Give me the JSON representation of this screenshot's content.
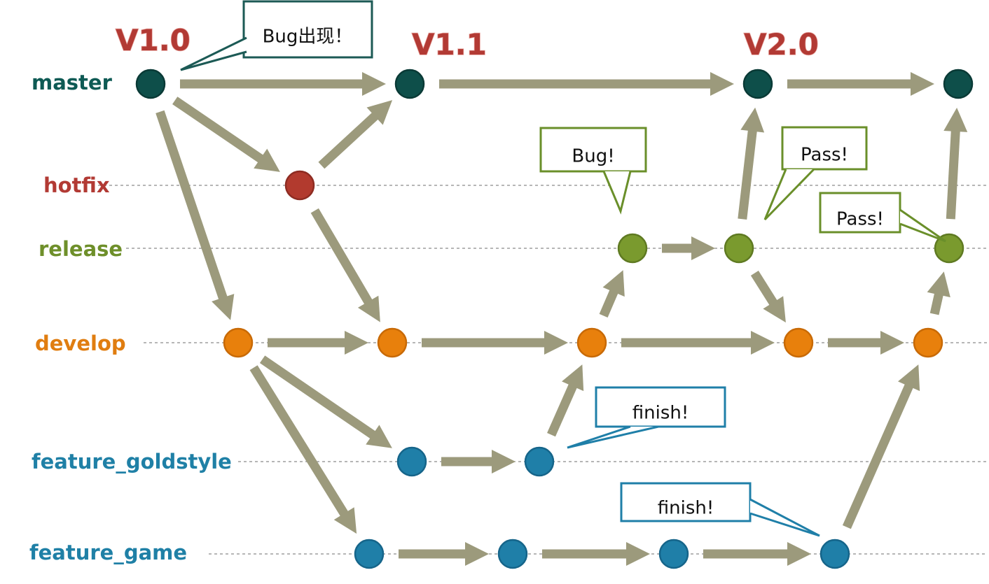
{
  "lanes": [
    {
      "id": "master",
      "label": "master",
      "color": "#0e5a54"
    },
    {
      "id": "hotfix",
      "label": "hotfix",
      "color": "#b23a34"
    },
    {
      "id": "release",
      "label": "release",
      "color": "#6e8f2a"
    },
    {
      "id": "develop",
      "label": "develop",
      "color": "#e07d10"
    },
    {
      "id": "feature_goldstyle",
      "label": "feature_goldstyle",
      "color": "#1f80a6"
    },
    {
      "id": "feature_game",
      "label": "feature_game",
      "color": "#1f80a6"
    }
  ],
  "versions": [
    {
      "id": "v1-0",
      "label": "V1.0"
    },
    {
      "id": "v1-1",
      "label": "V1.1"
    },
    {
      "id": "v2-0",
      "label": "V2.0"
    }
  ],
  "nodes": [
    {
      "id": "m1",
      "lane": "master",
      "fill": "#0e4f4a",
      "ring": "#0a3a36"
    },
    {
      "id": "m2",
      "lane": "master",
      "fill": "#0e4f4a",
      "ring": "#0a3a36"
    },
    {
      "id": "m3",
      "lane": "master",
      "fill": "#0e4f4a",
      "ring": "#0a3a36"
    },
    {
      "id": "m4",
      "lane": "master",
      "fill": "#0e4f4a",
      "ring": "#0a3a36"
    },
    {
      "id": "h1",
      "lane": "hotfix",
      "fill": "#b23a2e",
      "ring": "#8e2c22"
    },
    {
      "id": "r1",
      "lane": "release",
      "fill": "#7a9a2e",
      "ring": "#5f7a22"
    },
    {
      "id": "r2",
      "lane": "release",
      "fill": "#7a9a2e",
      "ring": "#5f7a22"
    },
    {
      "id": "r3",
      "lane": "release",
      "fill": "#7a9a2e",
      "ring": "#5f7a22"
    },
    {
      "id": "d1",
      "lane": "develop",
      "fill": "#e8800c",
      "ring": "#c86a06"
    },
    {
      "id": "d2",
      "lane": "develop",
      "fill": "#e8800c",
      "ring": "#c86a06"
    },
    {
      "id": "d3",
      "lane": "develop",
      "fill": "#e8800c",
      "ring": "#c86a06"
    },
    {
      "id": "d4",
      "lane": "develop",
      "fill": "#e8800c",
      "ring": "#c86a06"
    },
    {
      "id": "d5",
      "lane": "develop",
      "fill": "#e8800c",
      "ring": "#c86a06"
    },
    {
      "id": "g1",
      "lane": "feature_goldstyle",
      "fill": "#1f7fa8",
      "ring": "#16658a"
    },
    {
      "id": "g2",
      "lane": "feature_goldstyle",
      "fill": "#1f7fa8",
      "ring": "#16658a"
    },
    {
      "id": "f1",
      "lane": "feature_game",
      "fill": "#1f7fa8",
      "ring": "#16658a"
    },
    {
      "id": "f2",
      "lane": "feature_game",
      "fill": "#1f7fa8",
      "ring": "#16658a"
    },
    {
      "id": "f3",
      "lane": "feature_game",
      "fill": "#1f7fa8",
      "ring": "#16658a"
    },
    {
      "id": "f4",
      "lane": "feature_game",
      "fill": "#1f7fa8",
      "ring": "#16658a"
    }
  ],
  "edges": [
    {
      "from": "m1",
      "to": "m2"
    },
    {
      "from": "m2",
      "to": "m3"
    },
    {
      "from": "m3",
      "to": "m4"
    },
    {
      "from": "m1",
      "to": "h1"
    },
    {
      "from": "h1",
      "to": "m2"
    },
    {
      "from": "m1",
      "to": "d1"
    },
    {
      "from": "h1",
      "to": "d2"
    },
    {
      "from": "d1",
      "to": "d2"
    },
    {
      "from": "d2",
      "to": "d3"
    },
    {
      "from": "d3",
      "to": "d4"
    },
    {
      "from": "d4",
      "to": "d5"
    },
    {
      "from": "d3",
      "to": "r1"
    },
    {
      "from": "r1",
      "to": "r2"
    },
    {
      "from": "r2",
      "to": "m3"
    },
    {
      "from": "r2",
      "to": "d4"
    },
    {
      "from": "d5",
      "to": "r3"
    },
    {
      "from": "r3",
      "to": "m4"
    },
    {
      "from": "d1",
      "to": "g1"
    },
    {
      "from": "g1",
      "to": "g2"
    },
    {
      "from": "g2",
      "to": "d3"
    },
    {
      "from": "d1",
      "to": "f1"
    },
    {
      "from": "f1",
      "to": "f2"
    },
    {
      "from": "f2",
      "to": "f3"
    },
    {
      "from": "f3",
      "to": "f4"
    },
    {
      "from": "f4",
      "to": "d5"
    }
  ],
  "callouts": [
    {
      "id": "callout-bug-appear",
      "text": "Bug出现！",
      "border": "#1c5a55"
    },
    {
      "id": "callout-bug",
      "text": "Bug!",
      "border": "#6a8f2a"
    },
    {
      "id": "callout-pass-1",
      "text": "Pass!",
      "border": "#6a8f2a"
    },
    {
      "id": "callout-pass-2",
      "text": "Pass!",
      "border": "#6a8f2a"
    },
    {
      "id": "callout-finish-1",
      "text": "finish!",
      "border": "#1f7fa8"
    },
    {
      "id": "callout-finish-2",
      "text": "finish!",
      "border": "#1f7fa8"
    }
  ]
}
